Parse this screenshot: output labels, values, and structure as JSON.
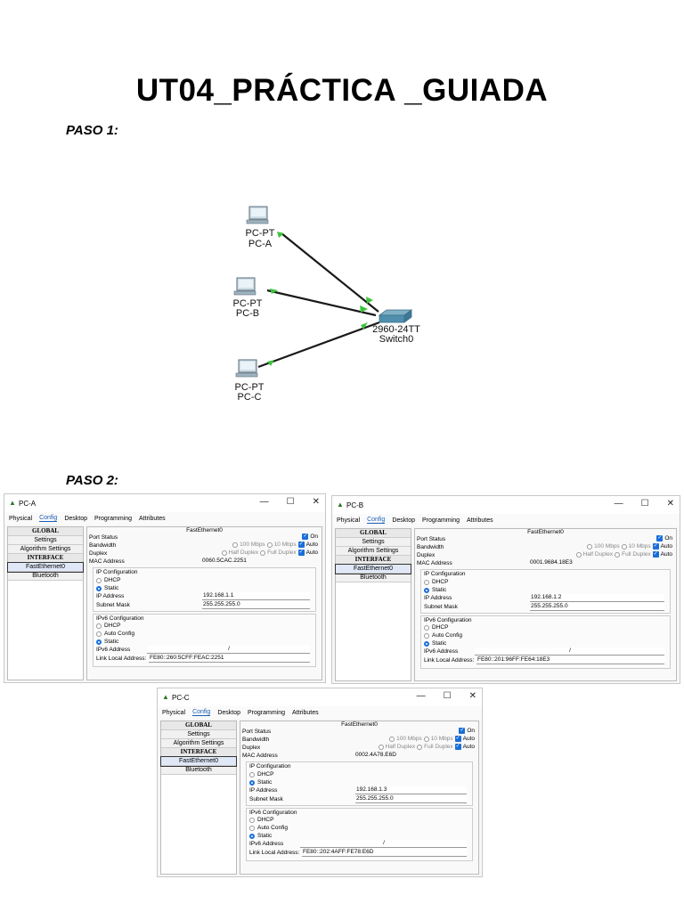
{
  "document": {
    "title": "UT04_PRÁCTICA _GUIADA",
    "paso1": "PASO 1:",
    "paso2": "PASO 2:"
  },
  "topology": {
    "pcs": [
      {
        "model": "PC-PT",
        "name": "PC-A"
      },
      {
        "model": "PC-PT",
        "name": "PC-B"
      },
      {
        "model": "PC-PT",
        "name": "PC-C"
      }
    ],
    "switch": {
      "model": "2960-24TT",
      "name": "Switch0"
    },
    "link_color": "#1a1a1a",
    "port_color": "#3cc43c"
  },
  "windows": [
    {
      "title": "PC-A",
      "controls": {
        "minimize": "—",
        "maximize": "☐",
        "close": "✕"
      },
      "tabs": [
        "Physical",
        "Config",
        "Desktop",
        "Programming",
        "Attributes"
      ],
      "active_tab": "Config",
      "left_items": [
        "GLOBAL",
        "Settings",
        "Algorithm Settings",
        "INTERFACE",
        "FastEthernet0",
        "Bluetooth"
      ],
      "panel_title": "FastEthernet0",
      "port_status_label": "Port Status",
      "port_status_on": "On",
      "bandwidth_label": "Bandwidth",
      "bandwidth_opts": [
        "100 Mbps",
        "10 Mbps",
        "Auto"
      ],
      "duplex_label": "Duplex",
      "duplex_opts": [
        "Half Duplex",
        "Full Duplex",
        "Auto"
      ],
      "mac_label": "MAC Address",
      "mac": "0060.5CAC.2251",
      "ip_cfg_title": "IP Configuration",
      "dhcp": "DHCP",
      "static": "Static",
      "ip_label": "IP Address",
      "ip": "192.168.1.1",
      "mask_label": "Subnet Mask",
      "mask": "255.255.255.0",
      "ipv6_cfg_title": "IPv6 Configuration",
      "auto_config": "Auto Config",
      "ipv6_label": "IPv6 Address",
      "ipv6_sep": "/",
      "lla_label": "Link Local Address:",
      "lla": "FE80::260:5CFF:FEAC:2251"
    },
    {
      "title": "PC-B",
      "controls": {
        "minimize": "—",
        "maximize": "☐",
        "close": "✕"
      },
      "tabs": [
        "Physical",
        "Config",
        "Desktop",
        "Programming",
        "Attributes"
      ],
      "active_tab": "Config",
      "left_items": [
        "GLOBAL",
        "Settings",
        "Algorithm Settings",
        "INTERFACE",
        "FastEthernet0",
        "Bluetooth"
      ],
      "panel_title": "FastEthernet0",
      "port_status_label": "Port Status",
      "port_status_on": "On",
      "bandwidth_label": "Bandwidth",
      "bandwidth_opts": [
        "100 Mbps",
        "10 Mbps",
        "Auto"
      ],
      "duplex_label": "Duplex",
      "duplex_opts": [
        "Half Duplex",
        "Full Duplex",
        "Auto"
      ],
      "mac_label": "MAC Address",
      "mac": "0001.9684.18E3",
      "ip_cfg_title": "IP Configuration",
      "dhcp": "DHCP",
      "static": "Static",
      "ip_label": "IP Address",
      "ip": "192.168.1.2",
      "mask_label": "Subnet Mask",
      "mask": "255.255.255.0",
      "ipv6_cfg_title": "IPv6 Configuration",
      "auto_config": "Auto Config",
      "ipv6_label": "IPv6 Address",
      "ipv6_sep": "/",
      "lla_label": "Link Local Address:",
      "lla": "FE80::201:96FF:FE64:18E3"
    },
    {
      "title": "PC-C",
      "controls": {
        "minimize": "—",
        "maximize": "☐",
        "close": "✕"
      },
      "tabs": [
        "Physical",
        "Config",
        "Desktop",
        "Programming",
        "Attributes"
      ],
      "active_tab": "Config",
      "left_items": [
        "GLOBAL",
        "Settings",
        "Algorithm Settings",
        "INTERFACE",
        "FastEthernet0",
        "Bluetooth"
      ],
      "panel_title": "FastEthernet0",
      "port_status_label": "Port Status",
      "port_status_on": "On",
      "bandwidth_label": "Bandwidth",
      "bandwidth_opts": [
        "100 Mbps",
        "10 Mbps",
        "Auto"
      ],
      "duplex_label": "Duplex",
      "duplex_opts": [
        "Half Duplex",
        "Full Duplex",
        "Auto"
      ],
      "mac_label": "MAC Address",
      "mac": "0002.4A78.E6D",
      "ip_cfg_title": "IP Configuration",
      "dhcp": "DHCP",
      "static": "Static",
      "ip_label": "IP Address",
      "ip": "192.168.1.3",
      "mask_label": "Subnet Mask",
      "mask": "255.255.255.0",
      "ipv6_cfg_title": "IPv6 Configuration",
      "auto_config": "Auto Config",
      "ipv6_label": "IPv6 Address",
      "ipv6_sep": "/",
      "lla_label": "Link Local Address:",
      "lla": "FE80::202:4AFF:FE78:E6D"
    }
  ]
}
